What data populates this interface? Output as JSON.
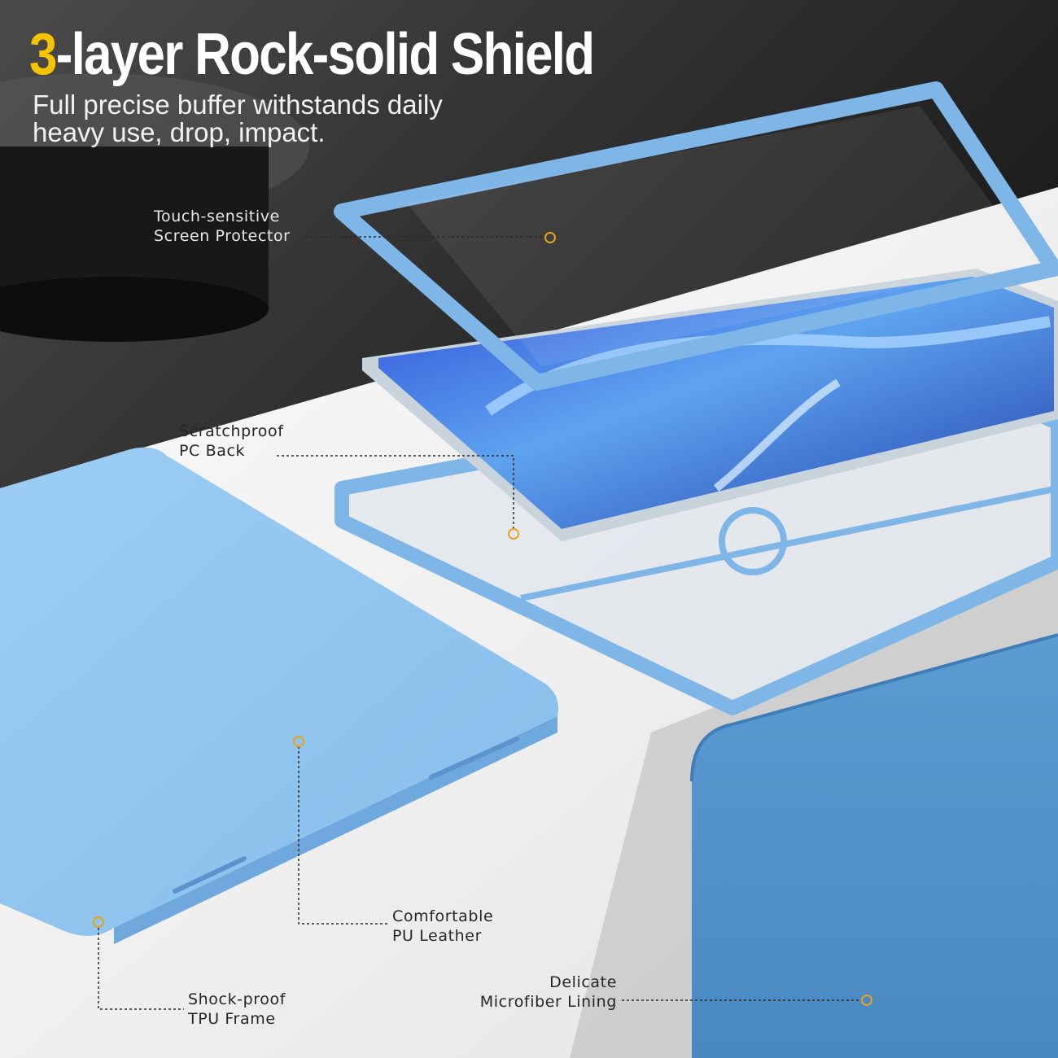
{
  "headline": {
    "accent": "3",
    "rest": "-layer Rock-solid Shield"
  },
  "subheadline": "Full precise buffer withstands daily heavy use, drop, impact.",
  "callouts": {
    "screen_protector": {
      "line1": "Touch-sensitive",
      "line2": "Screen Protector"
    },
    "pc_back": {
      "line1": "Scratchproof",
      "line2": "PC Back"
    },
    "pu_leather": {
      "line1": "Comfortable",
      "line2": "PU Leather"
    },
    "tpu_frame": {
      "line1": "Shock-proof",
      "line2": "TPU Frame"
    },
    "microfiber": {
      "line1": "Delicate",
      "line2": "Microfiber Lining"
    }
  },
  "colors": {
    "accent_yellow": "#f5c400",
    "case_blue": "#8fc4ee",
    "frame_blue": "#7fb6e8",
    "lining_blue": "#5a98d0",
    "callout_dot": "#e8a21c"
  }
}
